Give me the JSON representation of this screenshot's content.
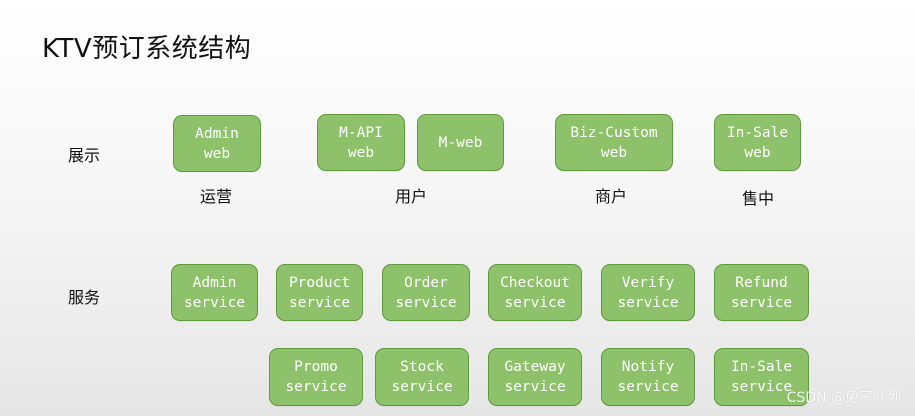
{
  "title": "KTV预订系统结构",
  "rows": {
    "display": "展示",
    "service": "服务"
  },
  "display_boxes": {
    "admin_web": [
      "Admin",
      "web"
    ],
    "m_api_web": [
      "M-API",
      "web"
    ],
    "m_web": [
      "M-web"
    ],
    "biz_custom_web": [
      "Biz-Custom",
      "web"
    ],
    "in_sale_web": [
      "In-Sale",
      "web"
    ]
  },
  "groups": {
    "ops": "运营",
    "user": "用户",
    "merchant": "商户",
    "in_sale": "售中"
  },
  "service_boxes": {
    "admin": [
      "Admin",
      "service"
    ],
    "product": [
      "Product",
      "service"
    ],
    "order": [
      "Order",
      "service"
    ],
    "checkout": [
      "Checkout",
      "service"
    ],
    "verify": [
      "Verify",
      "service"
    ],
    "refund": [
      "Refund",
      "service"
    ],
    "promo": [
      "Promo",
      "service"
    ],
    "stock": [
      "Stock",
      "service"
    ],
    "gateway": [
      "Gateway",
      "service"
    ],
    "notify": [
      "Notify",
      "service"
    ],
    "in_sale": [
      "In-Sale",
      "service"
    ]
  },
  "watermark": "CSDN @兔子队列",
  "colors": {
    "box_fill": "#8dc26a",
    "box_border": "#5f9a3e",
    "box_text": "#ffffff"
  }
}
